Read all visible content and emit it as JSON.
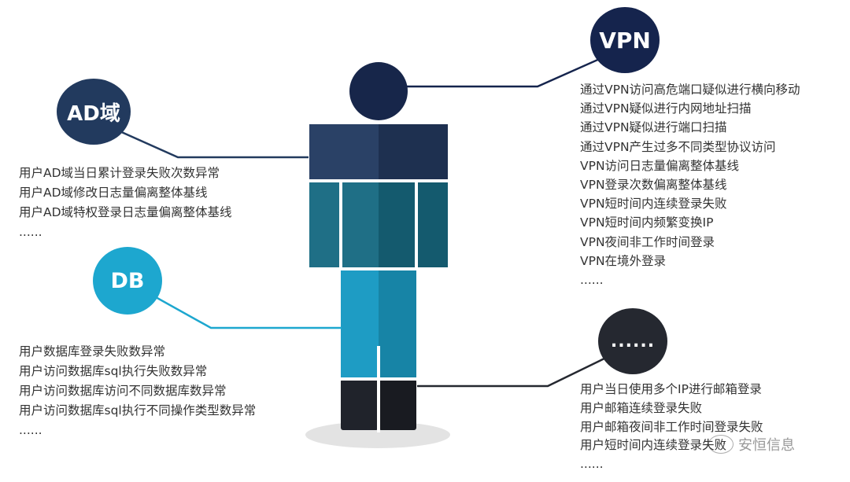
{
  "colors": {
    "head": "#17264a",
    "torso_light": "#2a4166",
    "torso_dark": "#1e3050",
    "belly_light": "#1f6f86",
    "belly_dark": "#145a6e",
    "legs_light": "#1e9cc4",
    "legs_dark": "#1784a6",
    "shoes": "#20232b",
    "ad_circle": "#223a5e",
    "db_circle": "#1da7cf",
    "vpn_circle": "#15244d",
    "dots_circle": "#252830",
    "text": "#333333"
  },
  "groups": {
    "ad": {
      "label": "AD域",
      "items": [
        "用户AD域当日累计登录失败次数异常",
        "用户AD域修改日志量偏离整体基线",
        "用户AD域特权登录日志量偏离整体基线",
        "......"
      ]
    },
    "db": {
      "label": "DB",
      "items": [
        "用户数据库登录失败数异常",
        "用户访问数据库sql执行失败数异常",
        "用户访问数据库访问不同数据库数异常",
        "用户访问数据库sql执行不同操作类型数异常",
        "......"
      ]
    },
    "vpn": {
      "label": "VPN",
      "items": [
        "通过VPN访问高危端口疑似进行横向移动",
        "通过VPN疑似进行内网地址扫描",
        "通过VPN疑似进行端口扫描",
        "通过VPN产生过多不同类型协议访问",
        "VPN访问日志量偏离整体基线",
        "VPN登录次数偏离整体基线",
        "VPN短时间内连续登录失败",
        "VPN短时间内频繁变换IP",
        "VPN夜间非工作时间登录",
        "VPN在境外登录",
        "......"
      ]
    },
    "other": {
      "label": "......",
      "items": [
        "用户当日使用多个IP进行邮箱登录",
        "用户邮箱连续登录失败",
        "用户邮箱夜间非工作时间登录失败",
        "用户短时间内连续登录失败",
        "......"
      ]
    }
  },
  "watermark": {
    "icon": "wechat-icon",
    "text": "安恒信息"
  }
}
